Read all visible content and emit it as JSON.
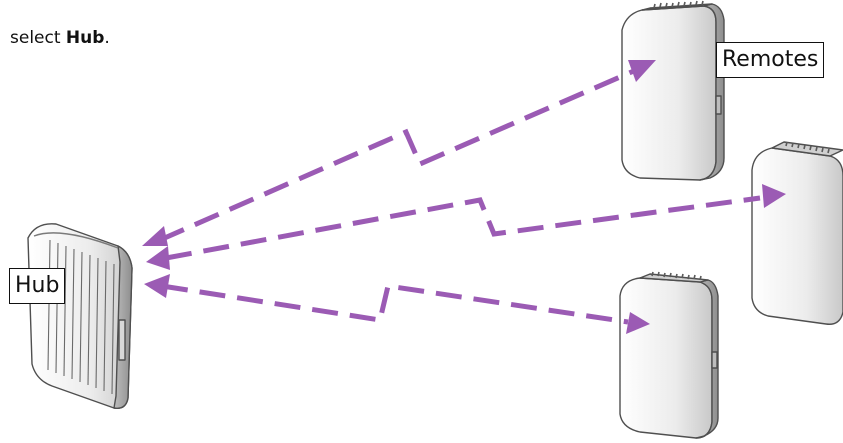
{
  "caption": {
    "prefix": "select ",
    "bold": "Hub",
    "suffix": "."
  },
  "labels": {
    "hub": "Hub",
    "remotes": "Remotes"
  },
  "colors": {
    "link": "#9b5bb4",
    "device_body": "#e9e9e9",
    "device_edge": "#5c5c5c"
  },
  "devices": [
    {
      "role": "hub"
    },
    {
      "role": "remote"
    },
    {
      "role": "remote"
    },
    {
      "role": "remote"
    }
  ],
  "links": [
    {
      "from": "hub",
      "to": "remote-top"
    },
    {
      "from": "hub",
      "to": "remote-middle"
    },
    {
      "from": "hub",
      "to": "remote-bottom"
    }
  ]
}
